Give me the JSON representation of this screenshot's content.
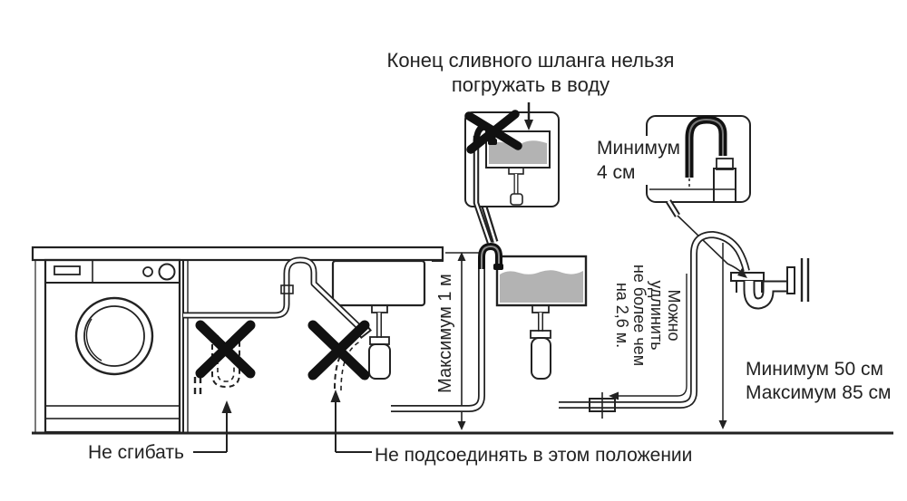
{
  "title": {
    "line1": "Конец сливного шланга нельзя",
    "line2": "погружать в воду"
  },
  "labels": {
    "inset_min_height": {
      "line1": "Минимум",
      "line2": "4 см"
    },
    "max_hose_height": "Максимум 1 м",
    "extension": {
      "line1": "Можно удлинить",
      "line2": "не более чем",
      "line3": "на 2,6 м."
    },
    "standpipe_min": "Минимум 50 см",
    "standpipe_max": "Максимум 85 см",
    "no_bend": "Не сгибать",
    "no_connect": "Не подсоединять в этом положении"
  },
  "icons": {
    "prohibition_cross": "X",
    "arrow_down": "↓",
    "arrow_up": "↑"
  },
  "colors": {
    "ink": "#222222",
    "water": "#b3b3b3",
    "sink_fill": "#e3e3e3",
    "machine_body": "#f1f1f1"
  }
}
